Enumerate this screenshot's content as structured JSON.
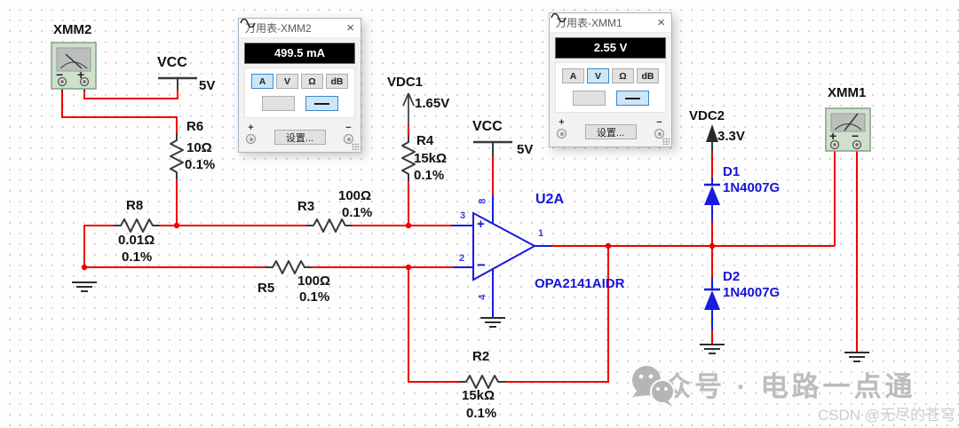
{
  "schematic": {
    "meters": {
      "xmm2": {
        "label": "XMM2",
        "terminal_left": "−",
        "terminal_right": "+"
      },
      "xmm1": {
        "label": "XMM1",
        "terminal_left": "+",
        "terminal_right": "−"
      }
    },
    "sources": {
      "vcc1": {
        "name": "VCC",
        "value": "5V"
      },
      "vcc2": {
        "name": "VCC",
        "value": "5V"
      },
      "vdc1": {
        "name": "VDC1",
        "value": "1.65V"
      },
      "vdc2": {
        "name": "VDC2",
        "value": "3.3V"
      }
    },
    "resistors": {
      "r6": {
        "name": "R6",
        "value": "10Ω",
        "tolerance": "0.1%"
      },
      "r8": {
        "name": "R8",
        "value": "0.01Ω",
        "tolerance": "0.1%"
      },
      "r3": {
        "name": "R3",
        "value": "100Ω",
        "tolerance": "0.1%"
      },
      "r5": {
        "name": "R5",
        "value": "100Ω",
        "tolerance": "0.1%"
      },
      "r4": {
        "name": "R4",
        "value": "15kΩ",
        "tolerance": "0.1%"
      },
      "r2": {
        "name": "R2",
        "value": "15kΩ",
        "tolerance": "0.1%"
      }
    },
    "diodes": {
      "d1": {
        "name": "D1",
        "value": "1N4007G"
      },
      "d2": {
        "name": "D2",
        "value": "1N4007G"
      }
    },
    "opamp": {
      "ref": "U2A",
      "part": "OPA2141AIDR",
      "pin_in_pos": "3",
      "pin_in_neg": "2",
      "pin_out": "1",
      "pin_vplus": "8",
      "pin_vminus": "4",
      "plus": "+",
      "minus": "−"
    }
  },
  "panels": {
    "xmm2": {
      "title": "万用表-XMM2",
      "close": "×",
      "reading": "499.5 mA",
      "btn_a": "A",
      "btn_v": "V",
      "btn_ohm": "Ω",
      "btn_db": "dB",
      "selected_mode": "A",
      "signal_mode": "DC",
      "settings": "设置...",
      "term_pos": "+",
      "term_neg": "−"
    },
    "xmm1": {
      "title": "万用表-XMM1",
      "close": "×",
      "reading": "2.55 V",
      "btn_a": "A",
      "btn_v": "V",
      "btn_ohm": "Ω",
      "btn_db": "dB",
      "selected_mode": "V",
      "signal_mode": "DC",
      "settings": "设置...",
      "term_pos": "+",
      "term_neg": "−"
    }
  },
  "watermark": {
    "brand": "公众号 · 电路一点通",
    "credit": "CSDN @无尽的苍穹"
  },
  "colors": {
    "wire_red": "#f00000",
    "component_blue": "#1a1ae0",
    "schematic_dark": "#3a3a3a",
    "selected_button_bg": "#cde6f7",
    "meter_body_green": "#cfe0cd"
  }
}
